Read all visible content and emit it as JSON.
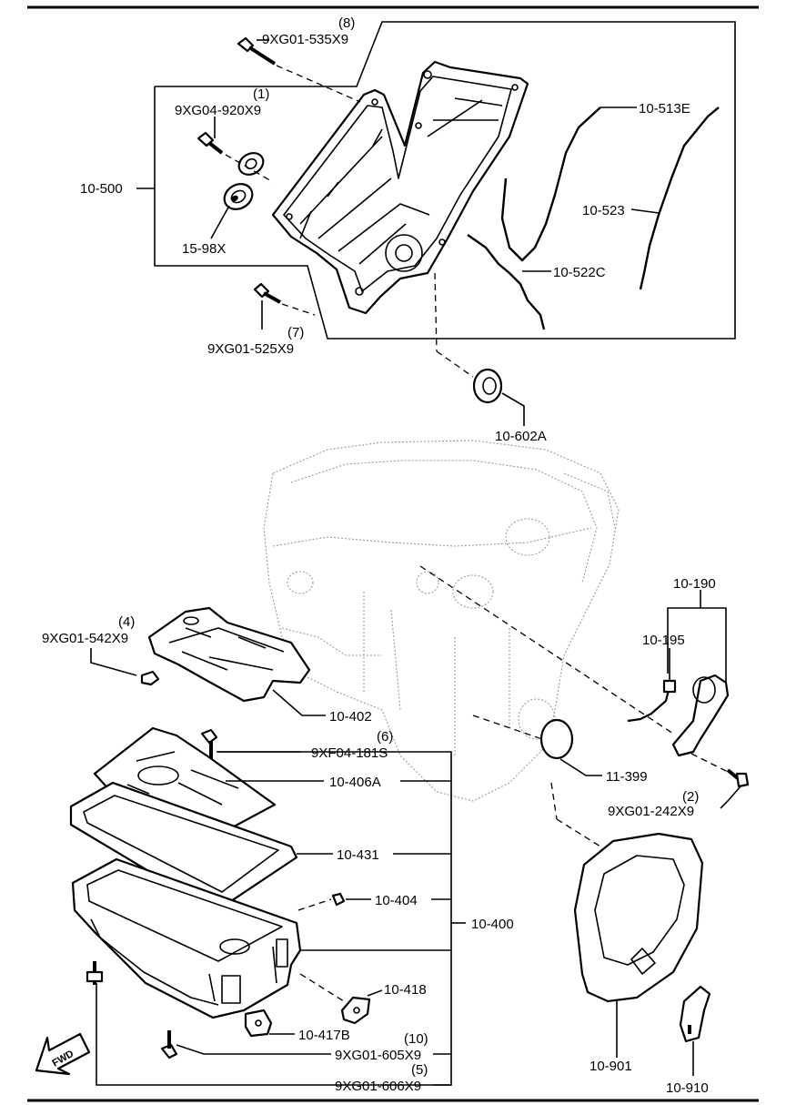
{
  "labels": {
    "fwd": "FWD",
    "p10_500": "10-500",
    "p9xg01_535": "9XG01-535X9",
    "n8": "(8)",
    "p9xg04_920": "9XG04-920X9",
    "n1": "(1)",
    "p15_98x": "15-98X",
    "p9xg01_525": "9XG01-525X9",
    "n7": "(7)",
    "p10_513e": "10-513E",
    "p10_523": "10-523",
    "p10_522c": "10-522C",
    "p10_602a": "10-602A",
    "p10_190": "10-190",
    "p10_195": "10-195",
    "n4": "(4)",
    "p9xg01_542": "9XG01-542X9",
    "p10_402": "10-402",
    "n6": "(6)",
    "p9xf04_181s": "9XF04-181S",
    "p10_406a": "10-406A",
    "p11_399": "11-399",
    "n2": "(2)",
    "p9xg01_242": "9XG01-242X9",
    "p10_431": "10-431",
    "p10_404": "10-404",
    "p10_400": "10-400",
    "p10_418": "10-418",
    "p10_417b": "10-417B",
    "n10": "(10)",
    "p9xg01_605": "9XG01-605X9",
    "n5": "(5)",
    "p9xg01_606": "9XG01-606X9",
    "p10_901": "10-901",
    "p10_910": "10-910"
  }
}
